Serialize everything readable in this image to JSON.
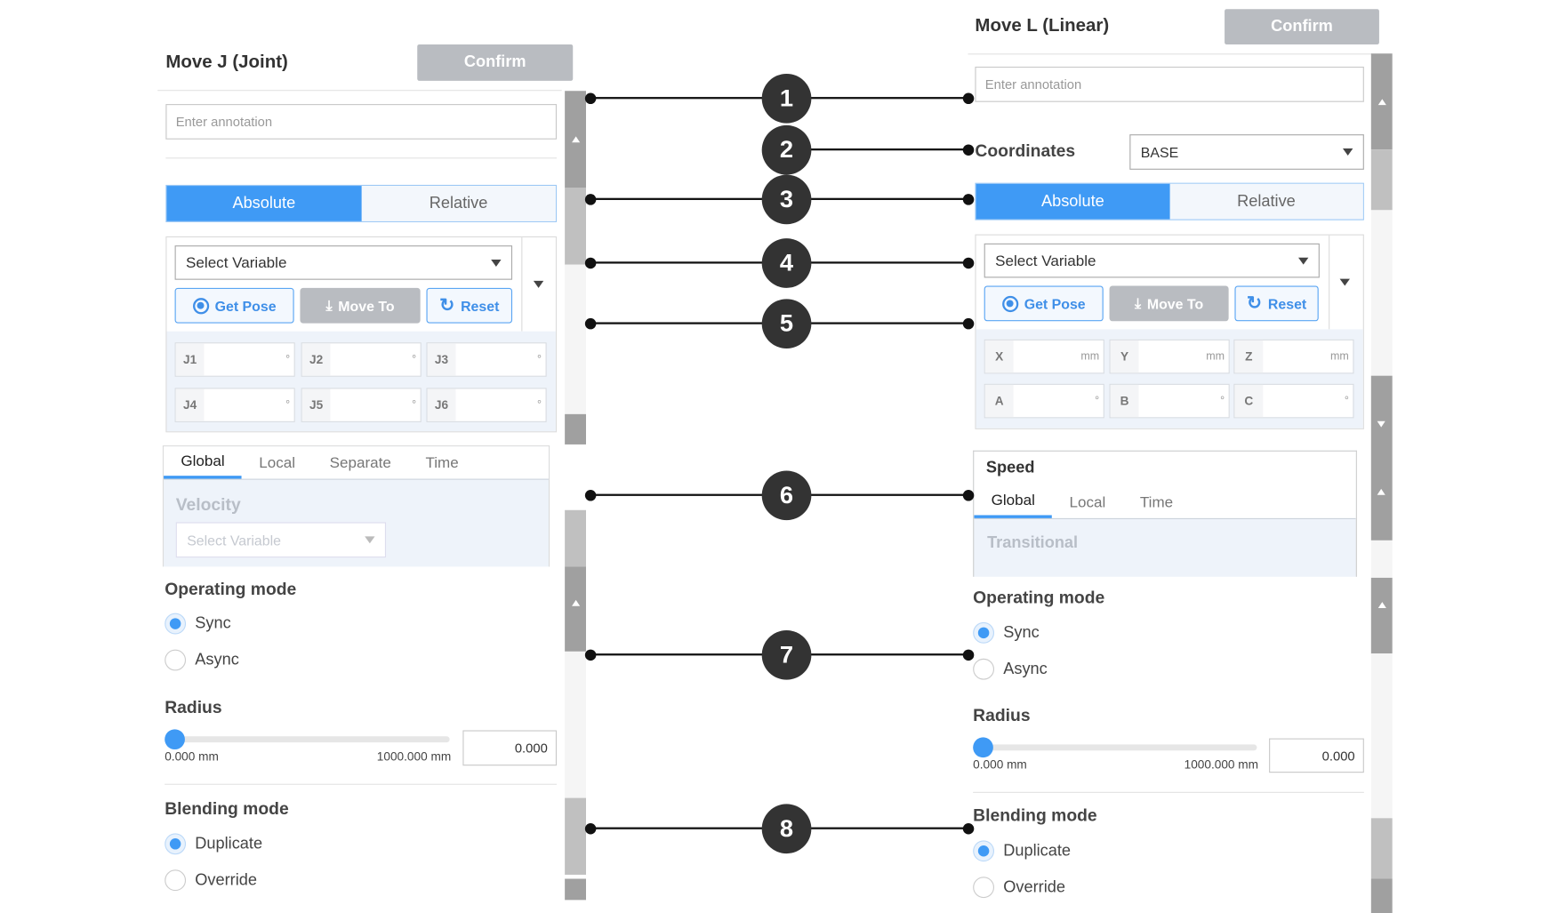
{
  "left": {
    "title": "Move J (Joint)",
    "confirm": "Confirm",
    "annotation_placeholder": "Enter annotation",
    "toggle": {
      "absolute": "Absolute",
      "relative": "Relative",
      "selected": "Absolute"
    },
    "select_variable": "Select Variable",
    "buttons": {
      "get_pose": "Get Pose",
      "move_to": "Move To",
      "reset": "Reset"
    },
    "fields": [
      {
        "label": "J1",
        "unit": "°"
      },
      {
        "label": "J2",
        "unit": "°"
      },
      {
        "label": "J3",
        "unit": "°"
      },
      {
        "label": "J4",
        "unit": "°"
      },
      {
        "label": "J5",
        "unit": "°"
      },
      {
        "label": "J6",
        "unit": "°"
      }
    ],
    "tabs": [
      "Global",
      "Local",
      "Separate",
      "Time"
    ],
    "active_tab": "Global",
    "velocity_label": "Velocity",
    "velocity_select": "Select Variable",
    "operating_mode": {
      "label": "Operating mode",
      "options": [
        "Sync",
        "Async"
      ],
      "selected": "Sync"
    },
    "radius": {
      "label": "Radius",
      "min_label": "0.000 mm",
      "max_label": "1000.000 mm",
      "value": "0.000",
      "fraction": 0
    },
    "blending_mode": {
      "label": "Blending mode",
      "options": [
        "Duplicate",
        "Override"
      ],
      "selected": "Duplicate"
    }
  },
  "right": {
    "title": "Move L (Linear)",
    "confirm": "Confirm",
    "annotation_placeholder": "Enter annotation",
    "coordinates": {
      "label": "Coordinates",
      "value": "BASE"
    },
    "toggle": {
      "absolute": "Absolute",
      "relative": "Relative",
      "selected": "Absolute"
    },
    "select_variable": "Select Variable",
    "buttons": {
      "get_pose": "Get Pose",
      "move_to": "Move To",
      "reset": "Reset"
    },
    "fields": [
      {
        "label": "X",
        "unit": "mm"
      },
      {
        "label": "Y",
        "unit": "mm"
      },
      {
        "label": "Z",
        "unit": "mm"
      },
      {
        "label": "A",
        "unit": "°"
      },
      {
        "label": "B",
        "unit": "°"
      },
      {
        "label": "C",
        "unit": "°"
      }
    ],
    "speed": {
      "label": "Speed",
      "tabs": [
        "Global",
        "Local",
        "Time"
      ],
      "active_tab": "Global",
      "transitional": "Transitional"
    },
    "operating_mode": {
      "label": "Operating mode",
      "options": [
        "Sync",
        "Async"
      ],
      "selected": "Sync"
    },
    "radius": {
      "label": "Radius",
      "min_label": "0.000 mm",
      "max_label": "1000.000 mm",
      "value": "0.000",
      "fraction": 0
    },
    "blending_mode": {
      "label": "Blending mode",
      "options": [
        "Duplicate",
        "Override"
      ],
      "selected": "Duplicate"
    }
  },
  "callouts": [
    "1",
    "2",
    "3",
    "4",
    "5",
    "6",
    "7",
    "8"
  ],
  "colors": {
    "accent": "#3f9af5",
    "disabled": "#b9bcc1",
    "callout": "#333333"
  }
}
